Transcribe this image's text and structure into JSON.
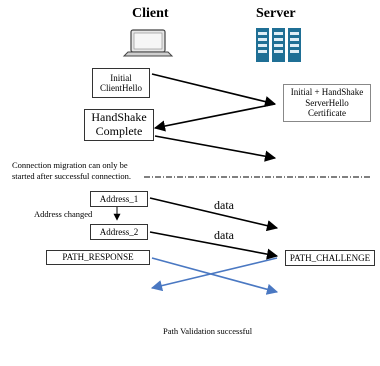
{
  "headers": {
    "client": "Client",
    "server": "Server"
  },
  "icons": {
    "client": "laptop-icon",
    "server": "server-rack-icon",
    "server_accent": "#1f6f95"
  },
  "client_messages": {
    "initial_line1": "Initial",
    "initial_line2": "ClientHello",
    "handshake_line1": "HandShake",
    "handshake_line2": "Complete",
    "address1": "Address_1",
    "address2": "Address_2",
    "path_response": "PATH_RESPONSE"
  },
  "server_messages": {
    "line1": "Initial  + HandShake",
    "line2": "ServerHello",
    "line3": "Certificate",
    "path_challenge": "PATH_CHALLENGE"
  },
  "notes": {
    "migration_line1": "Connection migration can only be",
    "migration_line2": "started after successful connection.",
    "address_changed": "Address changed",
    "data1": "data",
    "data2": "data",
    "validation": "Path Validation   successful"
  },
  "colors": {
    "arrow_black": "#000000",
    "arrow_blue": "#4a78c2",
    "separator": "#000000"
  }
}
